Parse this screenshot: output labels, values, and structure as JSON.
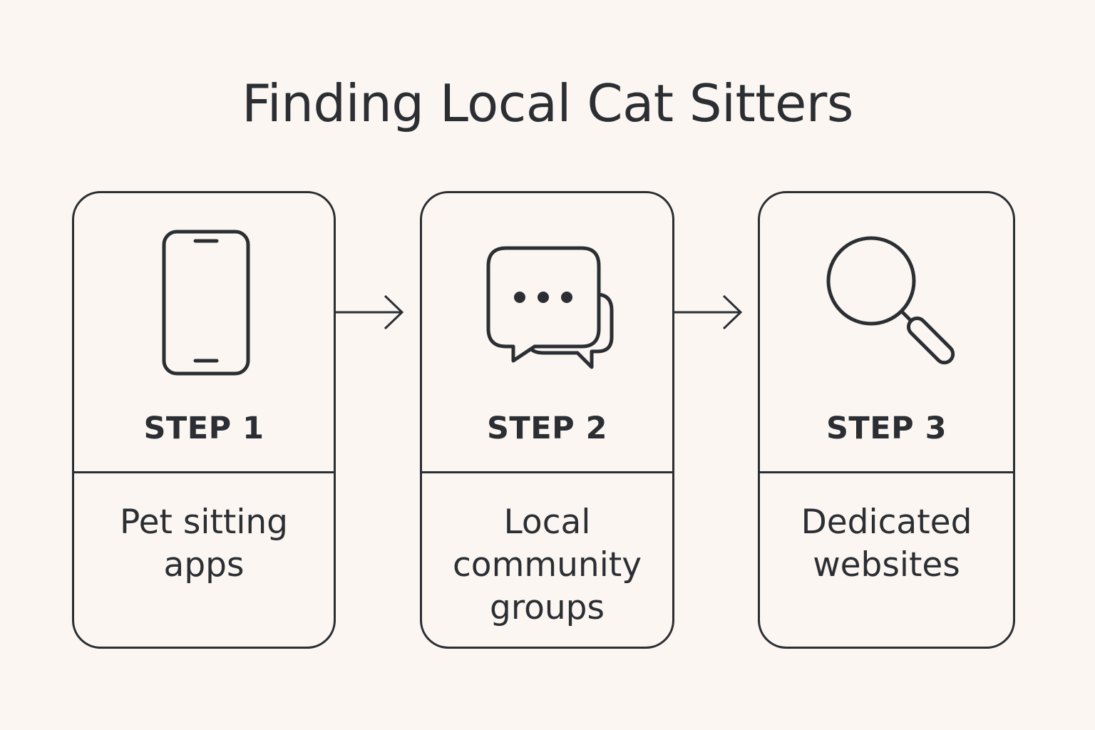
{
  "title": "Finding Local Cat Sitters",
  "steps": [
    {
      "label": "STEP 1",
      "description_lines": [
        "Pet sitting",
        "apps"
      ],
      "icon": "smartphone-icon"
    },
    {
      "label": "STEP 2",
      "description_lines": [
        "Local",
        "community",
        "groups"
      ],
      "icon": "chat-bubbles-icon"
    },
    {
      "label": "STEP 3",
      "description_lines": [
        "Dedicated",
        "websites"
      ],
      "icon": "magnifying-glass-icon"
    }
  ],
  "colors": {
    "background": "#fbf6f1",
    "ink": "#2b2e33"
  }
}
